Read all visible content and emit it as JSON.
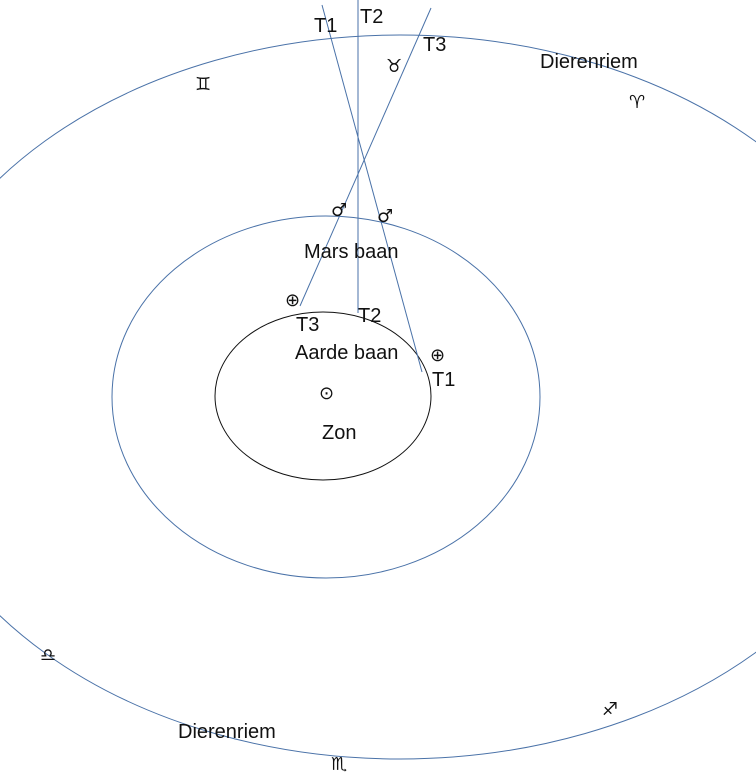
{
  "labels": {
    "zodiac_top": "Dierenriem",
    "zodiac_bottom": "Dierenriem",
    "mars_orbit": "Mars baan",
    "earth_orbit": "Aarde baan",
    "sun": "Zon",
    "t1_top": "T1",
    "t2_top": "T2",
    "t3_top": "T3",
    "t1_earth": "T1",
    "t2_earth": "T2",
    "t3_earth": "T3"
  },
  "symbols": {
    "taurus": "♉",
    "aries": "♈",
    "gemini": "♊",
    "libra": "♎",
    "scorpio": "♏",
    "sagittarius": "♐",
    "mars_1": "♂",
    "mars_2": "♂",
    "earth_1": "⊕",
    "earth_2": "⊕",
    "sun": "⊙"
  },
  "colors": {
    "orbit": "#4a72a8",
    "earth_orbit": "#111111"
  }
}
